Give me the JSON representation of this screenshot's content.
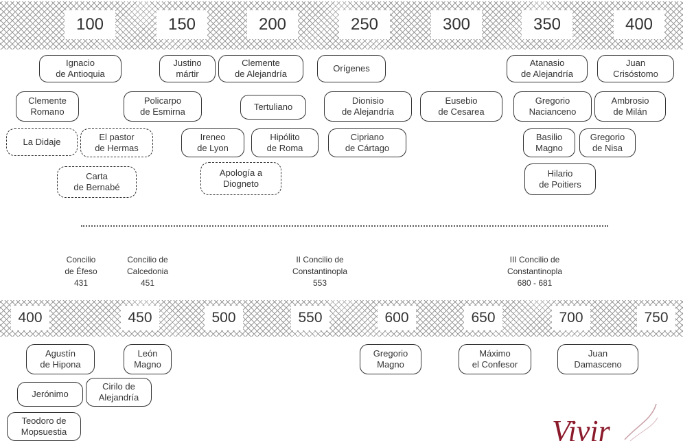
{
  "timeline_top": {
    "years": [
      "100",
      "150",
      "200",
      "250",
      "300",
      "350",
      "400"
    ],
    "figures": [
      "Ignacio\nde Antioquia",
      "Justino\nmártir",
      "Clemente\nde Alejandría",
      "Orígenes",
      "Atanasio\nde Alejandría",
      "Juan\nCrisóstomo",
      "Clemente\nRomano",
      "Policarpo\nde Esmirna",
      "Tertuliano",
      "Dionisio\nde Alejandría",
      "Eusebio\nde Cesarea",
      "Gregorio\nNacianceno",
      "Ambrosio\nde Milán",
      "La Didaje",
      "El pastor\nde Hermas",
      "Ireneo\nde Lyon",
      "Hipólito\nde Roma",
      "Cipriano\nde Cártago",
      "Basilio\nMagno",
      "Gregorio\nde Nisa",
      "Carta\nde Bernabé",
      "Apología a\nDiogneto",
      "Hilario\nde Poitiers"
    ]
  },
  "councils": [
    "Concilio\nde Éfeso\n431",
    "Concilio de\nCalcedonia\n451",
    "II Concilio de\nConstantinopla\n553",
    "III Concilio de\nConstantinopla\n680 - 681"
  ],
  "timeline_bottom": {
    "years": [
      "400",
      "450",
      "500",
      "550",
      "600",
      "650",
      "700",
      "750"
    ],
    "figures": [
      "Agustín\nde Hipona",
      "León\nMagno",
      "Gregorio\nMagno",
      "Máximo\nel Confesor",
      "Juan\nDamasceno",
      "Jerónimo",
      "Cirilo de\nAlejandría",
      "Teodoro de\nMopsuestia"
    ]
  },
  "logo": {
    "text": "Vivir",
    "color": "#8b1a2b"
  }
}
